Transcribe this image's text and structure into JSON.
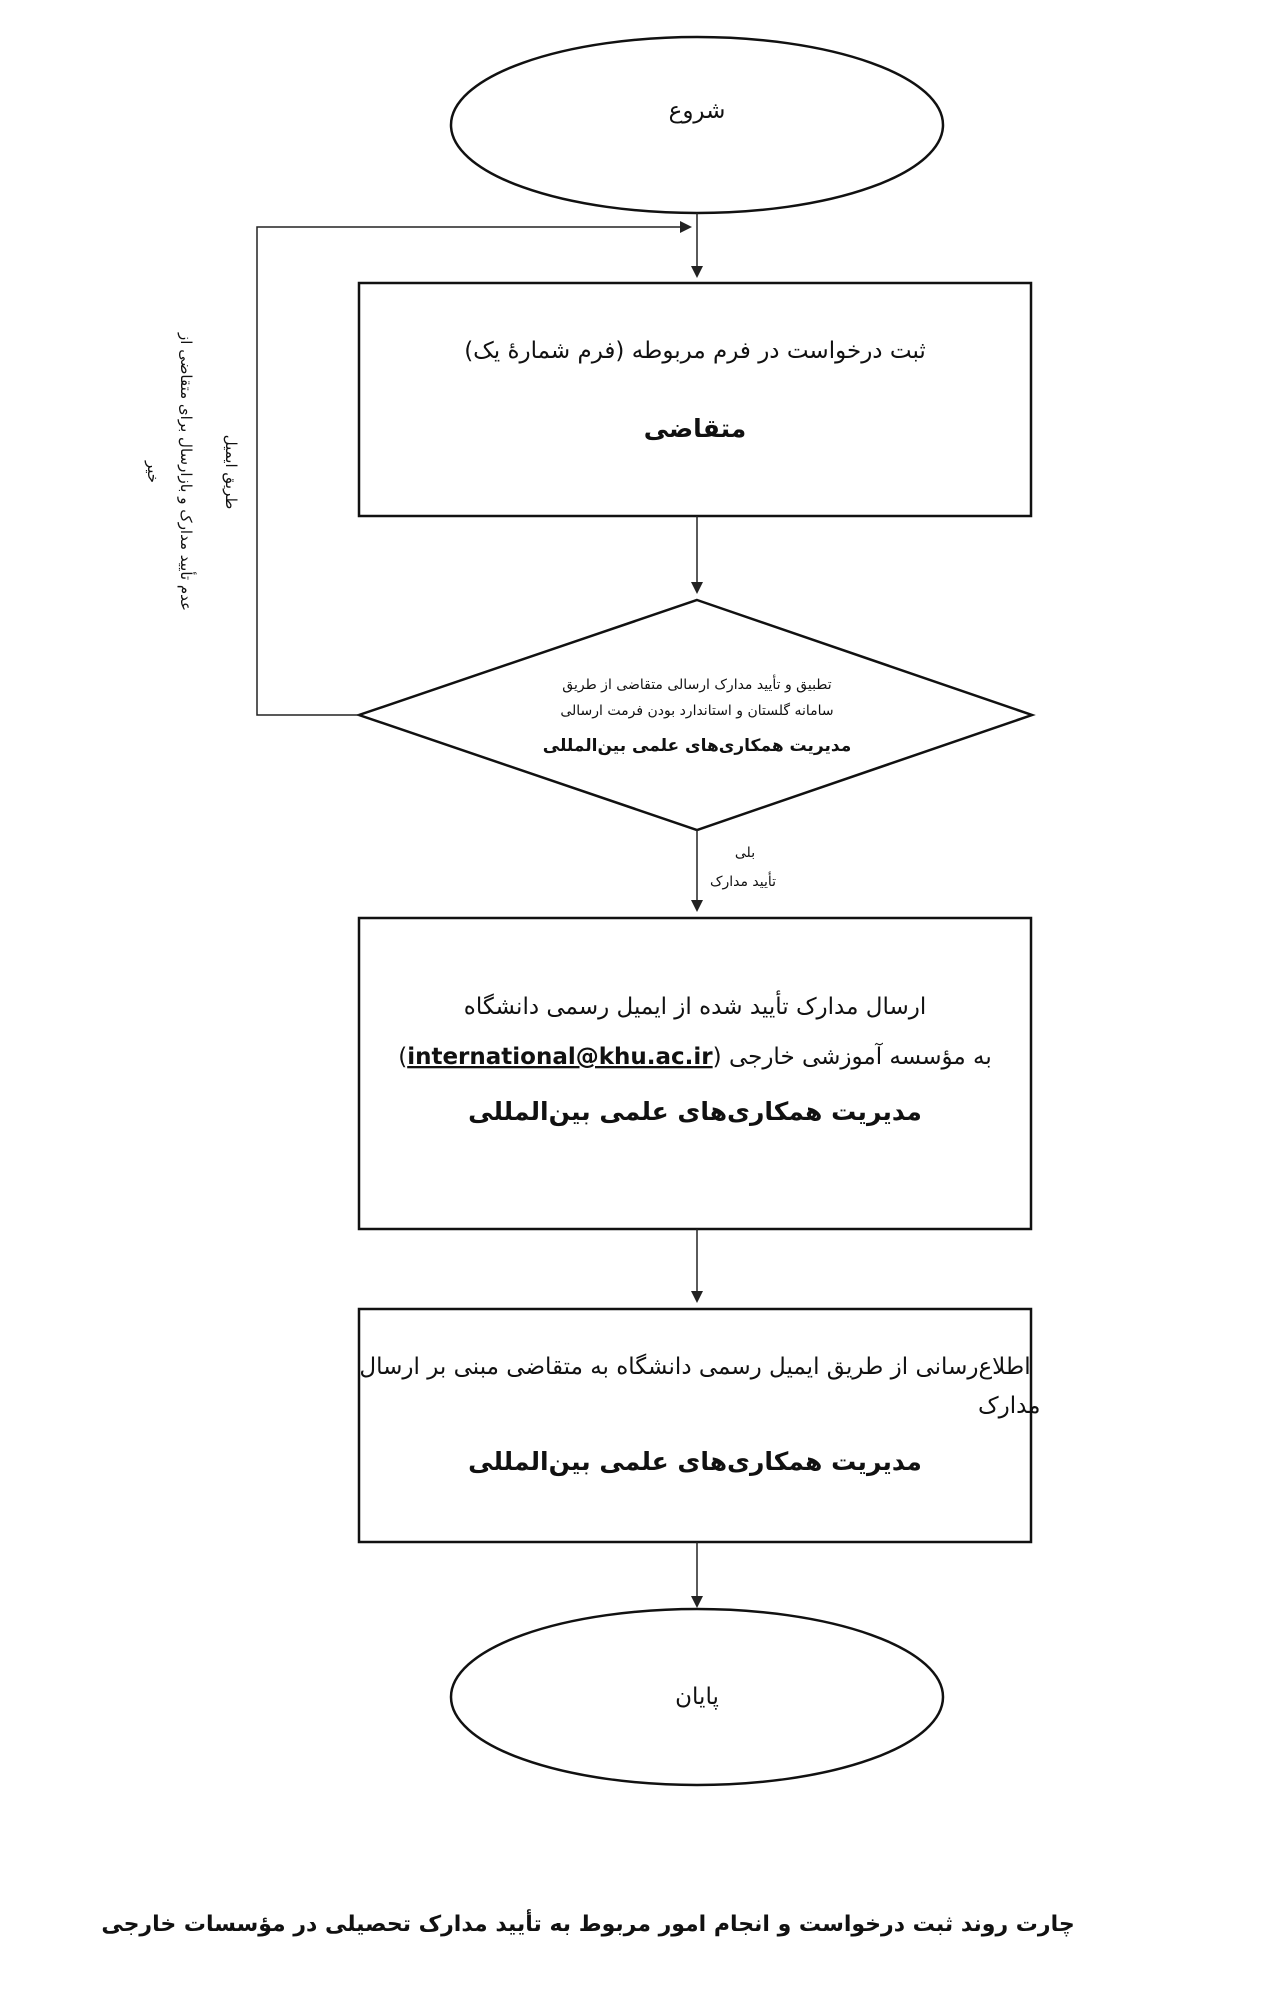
{
  "start": "شروع",
  "step1": {
    "line1": "ثبت درخواست در فرم مربوطه (فرم شمارهٔ یک)",
    "actor": "متقاضی"
  },
  "decision": {
    "line1": "تطبیق و تأیید مدارک ارسالی متقاضی از طریق",
    "line2": "سامانه گلستان و استاندارد بودن فرمت ارسالی",
    "actor": "مدیریت همکاری‌های علمی بین‌المللی"
  },
  "no_branch": {
    "label": "خیر",
    "line1": "عدم تأیید مدارک و بازارسال برای متقاضی از",
    "line2": "طریق ایمیل"
  },
  "yes_branch": {
    "label": "بلی",
    "sub": "تأیید مدارک"
  },
  "step2": {
    "line1": "ارسال مدارک تأیید شده از ایمیل رسمی دانشگاه",
    "email": "international@khu.ac.ir",
    "line2_rest": "به مؤسسه آموزشی خارجی",
    "actor": "مدیریت همکاری‌های علمی بین‌المللی"
  },
  "step3": {
    "line1": "اطلاع‌رسانی از طریق ایمیل رسمی دانشگاه به متقاضی مبنی بر ارسال",
    "line2": "مدارک",
    "actor": "مدیریت همکاری‌های علمی بین‌المللی"
  },
  "end": "پایان",
  "caption": "چارت روند ثبت درخواست و انجام امور مربوط به تأیید مدارک تحصیلی در مؤسسات خارجی"
}
